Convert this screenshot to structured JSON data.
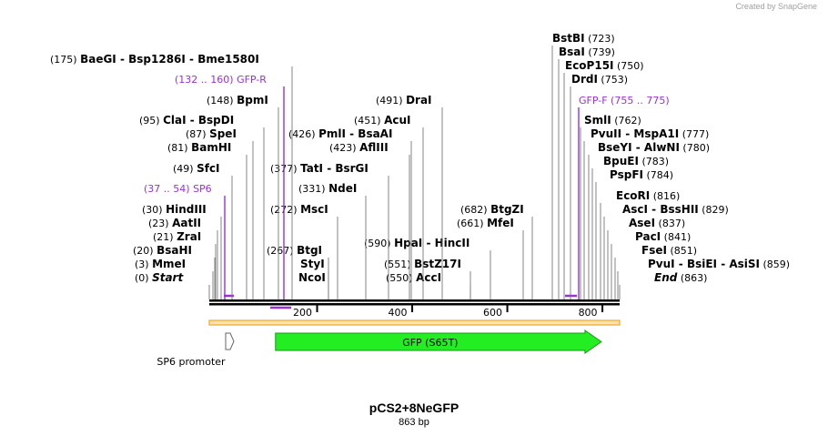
{
  "credit": "Created by SnapGene",
  "plasmid": {
    "name": "pCS2+8NeGFP",
    "length_label": "863 bp",
    "length": 863
  },
  "colors": {
    "primer": "#9b30d9",
    "gfp_feature": "#22ee22",
    "backbone": "#000000",
    "leader": "#888888"
  },
  "ticks": [
    {
      "bp": 200,
      "label": "200"
    },
    {
      "bp": 400,
      "label": "400"
    },
    {
      "bp": 600,
      "label": "600"
    },
    {
      "bp": 800,
      "label": "800"
    }
  ],
  "features": [
    {
      "name": "GFP (S65T)",
      "start": 101,
      "end": 815,
      "color": "#22ee22",
      "direction": "forward"
    },
    {
      "name": "SP6 promoter",
      "start": 37,
      "end": 54,
      "color": "#ffffff",
      "direction": "forward"
    }
  ],
  "orange_bar": {
    "start": 0,
    "end": 863,
    "color": "#f5a623"
  },
  "labels": [
    {
      "id": "bae",
      "pos": "(175)",
      "names": [
        "BaeGI",
        "Bsp1286I",
        "Bme1580I"
      ],
      "bp": 175,
      "anchor": "L",
      "primer": false
    },
    {
      "id": "gfpr",
      "pos": "(132 .. 160)",
      "names": [
        "GFP-R"
      ],
      "bp": 160,
      "anchor": "L",
      "primer": true
    },
    {
      "id": "bpm",
      "pos": "(148)",
      "names": [
        "BpmI"
      ],
      "bp": 148,
      "anchor": "L",
      "primer": false
    },
    {
      "id": "cla",
      "pos": "(95)",
      "names": [
        "ClaI",
        "BspDI"
      ],
      "bp": 95,
      "anchor": "L",
      "primer": false
    },
    {
      "id": "spe",
      "pos": "(87)",
      "names": [
        "SpeI"
      ],
      "bp": 87,
      "anchor": "L",
      "primer": false
    },
    {
      "id": "bam",
      "pos": "(81)",
      "names": [
        "BamHI"
      ],
      "bp": 81,
      "anchor": "L",
      "primer": false
    },
    {
      "id": "sfc",
      "pos": "(49)",
      "names": [
        "SfcI"
      ],
      "bp": 49,
      "anchor": "L",
      "primer": false
    },
    {
      "id": "sp6",
      "pos": "(37 .. 54)",
      "names": [
        "SP6"
      ],
      "bp": 37,
      "anchor": "L",
      "primer": true
    },
    {
      "id": "hind",
      "pos": "(30)",
      "names": [
        "HindIII"
      ],
      "bp": 30,
      "anchor": "L",
      "primer": false
    },
    {
      "id": "aat",
      "pos": "(23)",
      "names": [
        "AatII"
      ],
      "bp": 23,
      "anchor": "L",
      "primer": false
    },
    {
      "id": "zra",
      "pos": "(21)",
      "names": [
        "ZraI"
      ],
      "bp": 21,
      "anchor": "L",
      "primer": false
    },
    {
      "id": "bsa",
      "pos": "(20)",
      "names": [
        "BsaHI"
      ],
      "bp": 20,
      "anchor": "L",
      "primer": false
    },
    {
      "id": "mme",
      "pos": "(3)",
      "names": [
        "MmeI"
      ],
      "bp": 3,
      "anchor": "L",
      "primer": false
    },
    {
      "id": "start",
      "pos": "(0)",
      "names": [
        "Start"
      ],
      "bp": 0,
      "anchor": "L",
      "primer": false,
      "italic": true
    },
    {
      "id": "dra",
      "pos": "(491)",
      "names": [
        "DraI"
      ],
      "bp": 491,
      "anchor": "L",
      "primer": false
    },
    {
      "id": "acu",
      "pos": "(451)",
      "names": [
        "AcuI"
      ],
      "bp": 451,
      "anchor": "L",
      "primer": false
    },
    {
      "id": "pml",
      "pos": "(426)",
      "names": [
        "PmlI",
        "BsaAI"
      ],
      "bp": 426,
      "anchor": "L",
      "primer": false
    },
    {
      "id": "afl",
      "pos": "(423)",
      "names": [
        "AflIII"
      ],
      "bp": 423,
      "anchor": "L",
      "primer": false
    },
    {
      "id": "tat",
      "pos": "(377)",
      "names": [
        "TatI",
        "BsrGI"
      ],
      "bp": 377,
      "anchor": "L",
      "primer": false
    },
    {
      "id": "nde",
      "pos": "(331)",
      "names": [
        "NdeI"
      ],
      "bp": 331,
      "anchor": "L",
      "primer": false
    },
    {
      "id": "msc",
      "pos": "(272)",
      "names": [
        "MscI"
      ],
      "bp": 272,
      "anchor": "L",
      "primer": false
    },
    {
      "id": "btg",
      "pos": "(267)",
      "names": [
        "BtgI"
      ],
      "bp": 267,
      "anchor": "L",
      "primer": false
    },
    {
      "id": "sty",
      "pos": "",
      "names": [
        "StyI"
      ],
      "bp": 267,
      "anchor": "L",
      "primer": false
    },
    {
      "id": "nco",
      "pos": "",
      "names": [
        "NcoI"
      ],
      "bp": 267,
      "anchor": "L",
      "primer": false
    },
    {
      "id": "btgz",
      "pos": "(682)",
      "names": [
        "BtgZI"
      ],
      "bp": 682,
      "anchor": "L",
      "primer": false
    },
    {
      "id": "mfe",
      "pos": "(661)",
      "names": [
        "MfeI"
      ],
      "bp": 661,
      "anchor": "L",
      "primer": false
    },
    {
      "id": "hpa",
      "pos": "(590)",
      "names": [
        "HpaI",
        "HincII"
      ],
      "bp": 590,
      "anchor": "L",
      "primer": false
    },
    {
      "id": "bstz",
      "pos": "(551)",
      "names": [
        "BstZ17I"
      ],
      "bp": 551,
      "anchor": "L",
      "primer": false
    },
    {
      "id": "acc",
      "pos": "(550)",
      "names": [
        "AccI"
      ],
      "bp": 550,
      "anchor": "L",
      "primer": false
    },
    {
      "id": "bstb",
      "pos": "(723)",
      "names": [
        "BstBI"
      ],
      "bp": 723,
      "anchor": "R",
      "primer": false
    },
    {
      "id": "bsai",
      "pos": "(739)",
      "names": [
        "BsaI"
      ],
      "bp": 739,
      "anchor": "R",
      "primer": false
    },
    {
      "id": "eco15",
      "pos": "(750)",
      "names": [
        "EcoP15I"
      ],
      "bp": 750,
      "anchor": "R",
      "primer": false
    },
    {
      "id": "drd",
      "pos": "(753)",
      "names": [
        "DrdI"
      ],
      "bp": 753,
      "anchor": "R",
      "primer": false
    },
    {
      "id": "gfpf",
      "pos": "(755 .. 775)",
      "names": [
        "GFP-F"
      ],
      "bp": 755,
      "anchor": "R",
      "primer": true
    },
    {
      "id": "sml",
      "pos": "(762)",
      "names": [
        "SmlI"
      ],
      "bp": 762,
      "anchor": "R",
      "primer": false
    },
    {
      "id": "pvu2",
      "pos": "(777)",
      "names": [
        "PvuII",
        "MspA1I"
      ],
      "bp": 777,
      "anchor": "R",
      "primer": false
    },
    {
      "id": "bsey",
      "pos": "(780)",
      "names": [
        "BseYI",
        "AlwNI"
      ],
      "bp": 780,
      "anchor": "R",
      "primer": false
    },
    {
      "id": "bpue",
      "pos": "(783)",
      "names": [
        "BpuEI"
      ],
      "bp": 783,
      "anchor": "R",
      "primer": false
    },
    {
      "id": "pspf",
      "pos": "(784)",
      "names": [
        "PspFI"
      ],
      "bp": 784,
      "anchor": "R",
      "primer": false
    },
    {
      "id": "ecor",
      "pos": "(816)",
      "names": [
        "EcoRI"
      ],
      "bp": 816,
      "anchor": "R",
      "primer": false
    },
    {
      "id": "asc",
      "pos": "(829)",
      "names": [
        "AscI",
        "BssHII"
      ],
      "bp": 829,
      "anchor": "R",
      "primer": false
    },
    {
      "id": "ase",
      "pos": "(837)",
      "names": [
        "AseI"
      ],
      "bp": 837,
      "anchor": "R",
      "primer": false
    },
    {
      "id": "pac",
      "pos": "(841)",
      "names": [
        "PacI"
      ],
      "bp": 841,
      "anchor": "R",
      "primer": false
    },
    {
      "id": "fse",
      "pos": "(851)",
      "names": [
        "FseI"
      ],
      "bp": 851,
      "anchor": "R",
      "primer": false
    },
    {
      "id": "pvu1",
      "pos": "(859)",
      "names": [
        "PvuI",
        "BsiEI",
        "AsiSI"
      ],
      "bp": 859,
      "anchor": "R",
      "primer": false
    },
    {
      "id": "end",
      "pos": "(863)",
      "names": [
        "End"
      ],
      "bp": 863,
      "anchor": "R",
      "primer": false,
      "italic": true
    }
  ]
}
